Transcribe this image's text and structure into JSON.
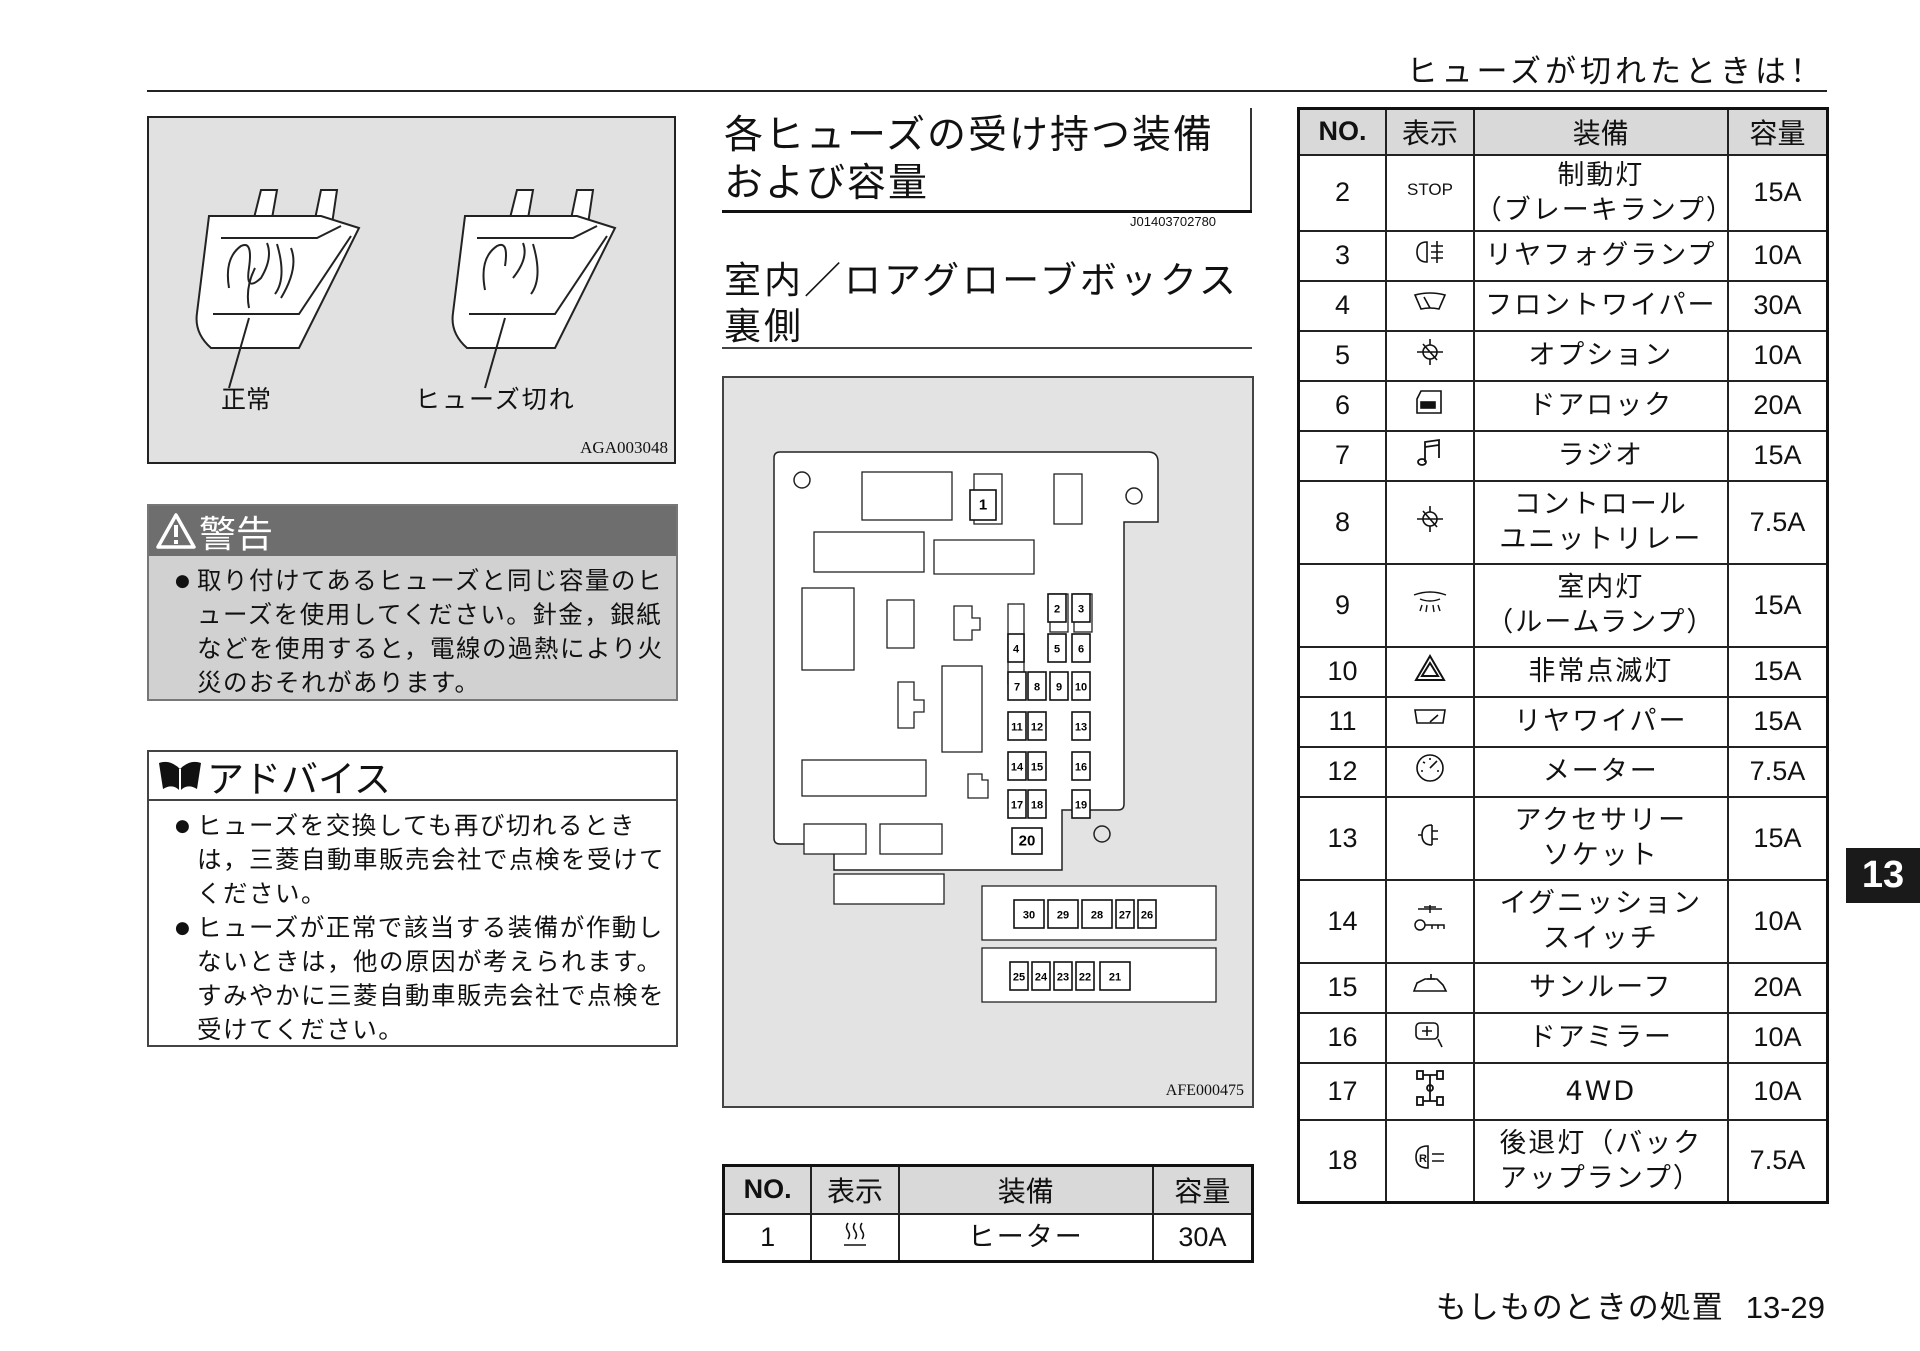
{
  "header": {
    "title": "ヒューズが切れたときは！"
  },
  "footer": {
    "section": "もしものときの処置",
    "page": "13-29"
  },
  "chapter_tab": "13",
  "fuse_figure": {
    "label_normal": "正常",
    "label_blown": "ヒューズ切れ",
    "code": "AGA003048"
  },
  "warning": {
    "title": "警告",
    "items": [
      "取り付けてあるヒューズと同じ容量のヒューズを使用してください。針金，銀紙などを使用すると，電線の過熱により火災のおそれがあります。"
    ]
  },
  "advice": {
    "title": "アドバイス",
    "items": [
      "ヒューズを交換しても再び切れるときは，三菱自動車販売会社で点検を受けてください。",
      "ヒューズが正常で該当する装備が作動しないときは，他の原因が考えられます。すみやかに三菱自動車販売会社で点検を受けてください。"
    ]
  },
  "section": {
    "title": "各ヒューズの受け持つ装備および容量",
    "code": "J01403702780",
    "subtitle": "室内／ロアグローブボックス裏側",
    "diagram_code": "AFE000475"
  },
  "fuse_slots": [
    "1",
    "2",
    "3",
    "4",
    "5",
    "6",
    "7",
    "8",
    "9",
    "10",
    "11",
    "12",
    "13",
    "14",
    "15",
    "16",
    "17",
    "18",
    "19",
    "20",
    "21",
    "22",
    "23",
    "24",
    "25",
    "26",
    "27",
    "28",
    "29",
    "30"
  ],
  "table_headers": {
    "no": "NO.",
    "icon": "表示",
    "equipment": "装備",
    "capacity": "容量"
  },
  "small_table": [
    {
      "no": "1",
      "icon": "heater-icon",
      "equipment": "ヒーター",
      "capacity": "30A"
    }
  ],
  "main_table": [
    {
      "no": "2",
      "icon": "stop-icon",
      "icon_text": "STOP",
      "equipment": [
        "制動灯",
        "（ブレーキランプ）"
      ],
      "capacity": "15A"
    },
    {
      "no": "3",
      "icon": "rear-fog-icon",
      "equipment": [
        "リヤフォグランプ"
      ],
      "capacity": "10A"
    },
    {
      "no": "4",
      "icon": "front-wiper-icon",
      "equipment": [
        "フロントワイパー"
      ],
      "capacity": "30A"
    },
    {
      "no": "5",
      "icon": "option-icon",
      "equipment": [
        "オプション"
      ],
      "capacity": "10A"
    },
    {
      "no": "6",
      "icon": "door-lock-icon",
      "equipment": [
        "ドアロック"
      ],
      "capacity": "20A"
    },
    {
      "no": "7",
      "icon": "radio-icon",
      "equipment": [
        "ラジオ"
      ],
      "capacity": "15A"
    },
    {
      "no": "8",
      "icon": "control-relay-icon",
      "equipment": [
        "コントロール",
        "ユニットリレー"
      ],
      "capacity": "7.5A"
    },
    {
      "no": "9",
      "icon": "room-lamp-icon",
      "equipment": [
        "室内灯",
        "（ルームランプ）"
      ],
      "capacity": "15A"
    },
    {
      "no": "10",
      "icon": "hazard-icon",
      "equipment": [
        "非常点滅灯"
      ],
      "capacity": "15A"
    },
    {
      "no": "11",
      "icon": "rear-wiper-icon",
      "equipment": [
        "リヤワイパー"
      ],
      "capacity": "15A"
    },
    {
      "no": "12",
      "icon": "meter-icon",
      "equipment": [
        "メーター"
      ],
      "capacity": "7.5A"
    },
    {
      "no": "13",
      "icon": "accessory-socket-icon",
      "equipment": [
        "アクセサリー",
        "ソケット"
      ],
      "capacity": "15A"
    },
    {
      "no": "14",
      "icon": "ignition-switch-icon",
      "equipment": [
        "イグニッション",
        "スイッチ"
      ],
      "capacity": "10A"
    },
    {
      "no": "15",
      "icon": "sunroof-icon",
      "equipment": [
        "サンルーフ"
      ],
      "capacity": "20A"
    },
    {
      "no": "16",
      "icon": "door-mirror-icon",
      "equipment": [
        "ドアミラー"
      ],
      "capacity": "10A"
    },
    {
      "no": "17",
      "icon": "4wd-icon",
      "equipment": [
        "4WD"
      ],
      "capacity": "10A"
    },
    {
      "no": "18",
      "icon": "backup-lamp-icon",
      "icon_text": "R",
      "equipment": [
        "後退灯（バック",
        "アップランプ）"
      ],
      "capacity": "7.5A"
    }
  ]
}
